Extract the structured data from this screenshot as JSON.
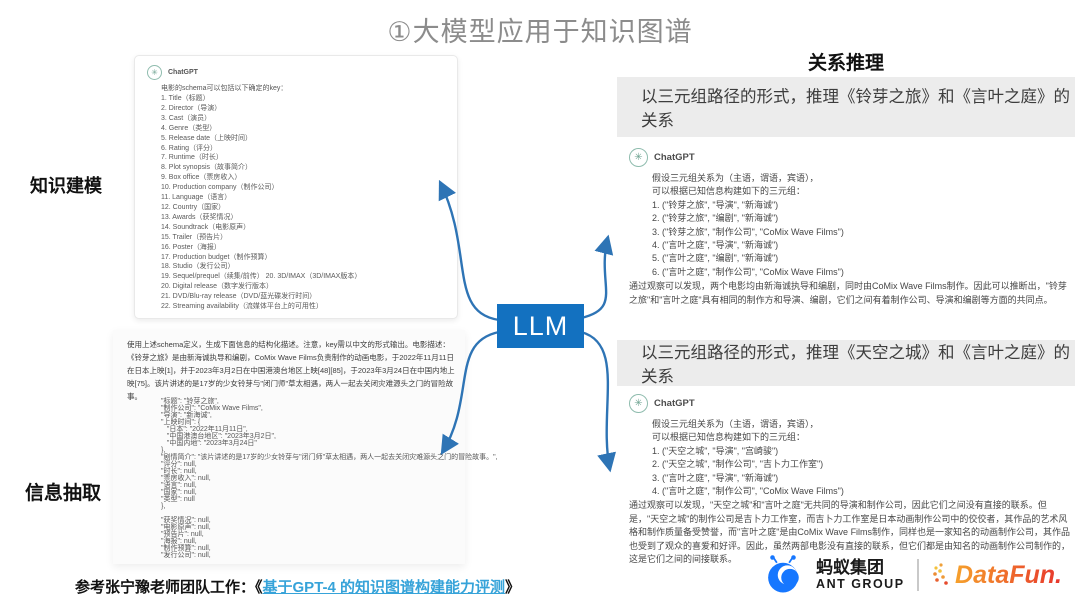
{
  "slide": {
    "title": "①大模型应用于知识图谱"
  },
  "labels": {
    "knowledge_modeling": "知识建模",
    "information_extraction": "信息抽取",
    "relation_reasoning": "关系推理",
    "llm": "LLM"
  },
  "colors": {
    "llm_box": "#1371c0",
    "arrow": "#2e74b5",
    "question_bar_bg": "#ececec",
    "link": "#36a3d9",
    "ant_blue": "#1677ff",
    "datafun_gradient_start": "#f6a12c",
    "datafun_gradient_end": "#e7352c"
  },
  "modeling_panel": {
    "assistant": "ChatGPT",
    "intro": "电影的schema可以包括以下确定的key：",
    "items": [
      "1. Title（标题）",
      "2. Director（导演）",
      "3. Cast（演员）",
      "4. Genre（类型）",
      "5. Release date（上映时间）",
      "6. Rating（评分）",
      "7. Runtime（时长）",
      "8. Plot synopsis（故事简介）",
      "9. Box office（票房收入）",
      "10. Production company（制作公司）",
      "11. Language（语言）",
      "12. Country（国家）",
      "13. Awards（获奖情况）",
      "14. Soundtrack（电影原声）",
      "15. Trailer（预告片）",
      "16. Poster（海报）",
      "17. Production budget（制作预算）",
      "18. Studio（发行公司）",
      "19. Sequel/prequel（续集/前传） 20. 3D/IMAX（3D/IMAX版本）",
      "20. Digital release（数字发行版本）",
      "21. DVD/Blu-ray release（DVD/蓝光碟发行时间）",
      "22. Streaming availability（流媒体平台上的可用性）"
    ]
  },
  "extraction_panel": {
    "prompt": "使用上述schema定义，生成下面信息的结构化描述。注意，key需以中文的形式输出。电影描述：《铃芽之旅》是由新海诚执导和编剧，CoMix Wave Films负责制作的动画电影，于2022年11月11日在日本上映[1]，并于2023年3月2日在中国港澳台地区上映[48][85]，于2023年3月24日在中国内地上映[75]。该片讲述的是17岁的少女铃芽与\"闭门师\"草太相遇，两人一起去关闭灾难源头之门的冒险故事。",
    "code_lines": [
      "\"标题\": \"铃芽之旅\",",
      "\"制作公司\": \"CoMix Wave Films\",",
      "\"导演\": \"新海诚\",",
      "\"上映时间\": {",
      "   \"日本\": \"2022年11月11日\",",
      "   \"中国港澳台地区\": \"2023年3月2日\",",
      "   \"中国内地\": \"2023年3月24日\"",
      "},",
      "\"剧情简介\": \"该片讲述的是17岁的少女铃芽与\"闭门师\"草太相遇，两人一起去关闭灾难源头之门的冒险故事。\",",
      "\"评分\": null,",
      "\"时长\": null,",
      "\"票房收入\": null,",
      "\"语言\": null,",
      "\"国家\": null,",
      "\"类型\": null",
      "},",
      "",
      "\"获奖情况\": null,",
      "\"电影原声\": null,",
      "\"预告片\": null,",
      "\"海报\": null,",
      "\"制作预算\": null,",
      "\"发行公司\": null,"
    ]
  },
  "reasoning_panels": [
    {
      "question": "以三元组路径的形式，推理《铃芽之旅》和《言叶之庭》的关系",
      "assistant": "ChatGPT",
      "lines": [
        "假设三元组关系为（主语，谓语，宾语），",
        "可以根据已知信息构建如下的三元组：",
        "1. (\"铃芽之旅\", \"导演\", \"新海诚\")",
        "2. (\"铃芽之旅\", \"编剧\", \"新海诚\")",
        "3. (\"铃芽之旅\", \"制作公司\", \"CoMix Wave Films\")",
        "4. (\"言叶之庭\", \"导演\", \"新海诚\")",
        "5. (\"言叶之庭\", \"编剧\", \"新海诚\")",
        "6. (\"言叶之庭\", \"制作公司\", \"CoMix Wave Films\")"
      ],
      "conclusion": "通过观察可以发现，两个电影均由新海诚执导和编剧，同时由CoMix Wave Films制作。因此可以推断出，\"铃芽之旅\"和\"言叶之庭\"具有相同的制作方和导演、编剧，它们之间有着制作公司、导演和编剧等方面的共同点。"
    },
    {
      "question": "以三元组路径的形式，推理《天空之城》和《言叶之庭》的关系",
      "assistant": "ChatGPT",
      "lines": [
        "假设三元组关系为（主语，谓语，宾语），",
        "可以根据已知信息构建如下的三元组：",
        "1. (\"天空之城\", \"导演\", \"宫崎骏\")",
        "2. (\"天空之城\", \"制作公司\", \"吉卜力工作室\")",
        "3. (\"言叶之庭\", \"导演\", \"新海诚\")",
        "4. (\"言叶之庭\", \"制作公司\", \"CoMix Wave Films\")"
      ],
      "conclusion": "通过观察可以发现，\"天空之城\"和\"言叶之庭\"无共同的导演和制作公司，因此它们之间没有直接的联系。但是，\"天空之城\"的制作公司是吉卜力工作室，而吉卜力工作室是日本动画制作公司中的佼佼者，其作品的艺术风格和制作质量备受赞誉，而\"言叶之庭\"是由CoMix Wave Films制作，同样也是一家知名的动画制作公司，其作品也受到了观众的喜爱和好评。因此，虽然两部电影没有直接的联系，但它们都是由知名的动画制作公司制作的，这是它们之间的间接联系。"
    }
  ],
  "footer": {
    "reference_prefix": "参考张宁豫老师团队工作：《",
    "reference_link": "基于GPT-4 的知识图谱构建能力评测",
    "reference_suffix": "》",
    "ant_group_cn": "蚂蚁集团",
    "ant_group_en": "ANT GROUP",
    "datafun": "DataFun."
  }
}
